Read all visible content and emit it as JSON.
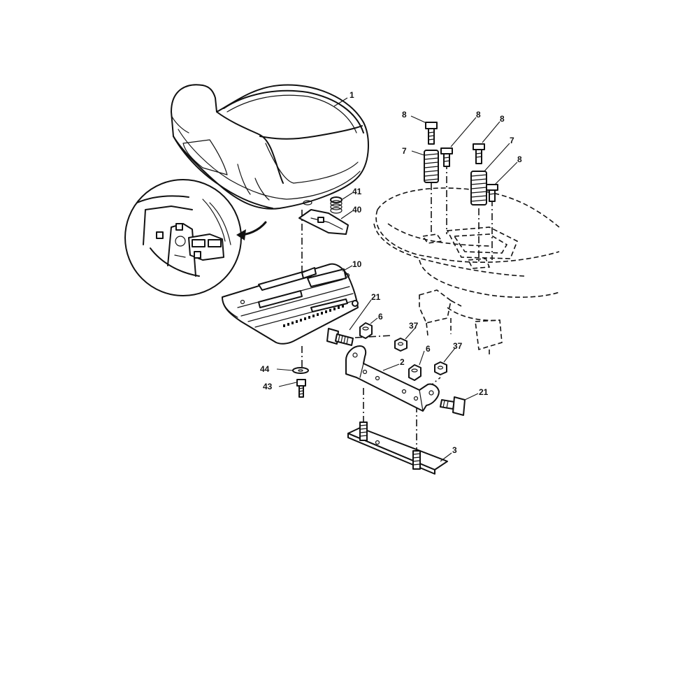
{
  "labels": [
    {
      "text": "1"
    },
    {
      "text": "8"
    },
    {
      "text": "8"
    },
    {
      "text": "8"
    },
    {
      "text": "7"
    },
    {
      "text": "7"
    },
    {
      "text": "8"
    },
    {
      "text": "41"
    },
    {
      "text": "40"
    },
    {
      "text": "10"
    },
    {
      "text": "21"
    },
    {
      "text": "6"
    },
    {
      "text": "37"
    },
    {
      "text": "2"
    },
    {
      "text": "6"
    },
    {
      "text": "37"
    },
    {
      "text": "21"
    },
    {
      "text": "44"
    },
    {
      "text": "43"
    },
    {
      "text": "3"
    }
  ]
}
